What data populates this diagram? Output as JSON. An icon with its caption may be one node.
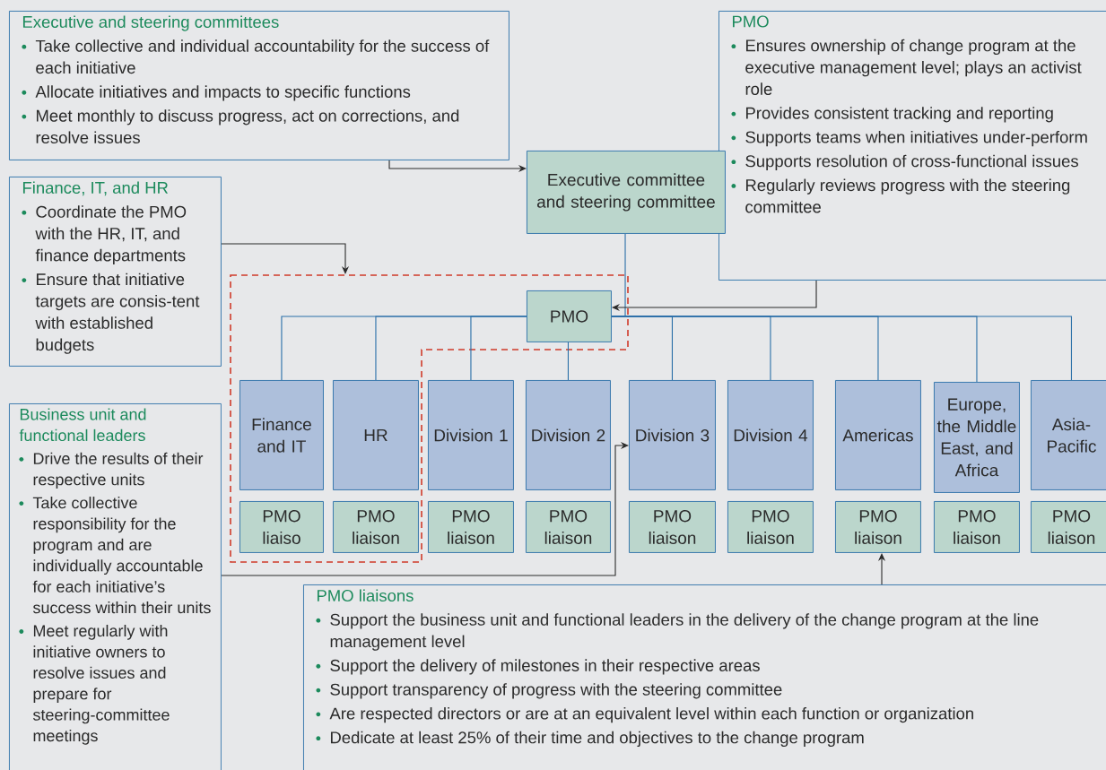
{
  "diagram": {
    "nodes": [
      {
        "text": [
          "Executive and steering committees",
          "Take collective and individual accountability for the success of each initiative",
          "Allocate initiatives and impacts to specific functions",
          "Meet monthly to discuss progress, act on corrections, and resolve issues"
        ]
      },
      {
        "text": [
          "PMO",
          "Ensures ownership of change program at the executive management level; plays an activist role",
          "Provides consistent tracking and reporting",
          "Supports teams when initiatives under-perform",
          "Supports resolution of cross-functional issues",
          "Regularly reviews progress with the steering committee"
        ]
      },
      {
        "text": [
          "Executive committee and steering committee"
        ]
      },
      {
        "text": [
          "Finance, IT, and HR",
          "Coordinate the PMO with the HR, IT, and finance departments",
          "Ensure that initiative targets are consis-tent with established budgets"
        ]
      },
      {
        "text": [
          "PMO"
        ]
      },
      {
        "text": [
          "Business unit and functional leaders",
          "Drive the results of their respective units",
          "Take collective responsibility for the program and are individually accountable for each initiative’s success within their units",
          "Meet regularly with initiative owners to resolve issues and prepare for steering-committee meetings"
        ]
      },
      {
        "text": [
          "Finance and IT"
        ]
      },
      {
        "text": [
          "HR"
        ]
      },
      {
        "text": [
          "Division 1"
        ]
      },
      {
        "text": [
          "Division 2"
        ]
      },
      {
        "text": [
          "Division 3"
        ]
      },
      {
        "text": [
          "Division 4"
        ]
      },
      {
        "text": [
          "Americas"
        ]
      },
      {
        "text": [
          "Europe, the Middle East, and Africa"
        ]
      },
      {
        "text": [
          "Asia-Pacific"
        ]
      },
      {
        "text": [
          "PMO liaiso"
        ]
      },
      {
        "text": [
          "PMO liaison"
        ]
      },
      {
        "text": [
          "PMO liaison"
        ]
      },
      {
        "text": [
          "PMO liaison"
        ]
      },
      {
        "text": [
          "PMO liaison"
        ]
      },
      {
        "text": [
          "PMO liaison"
        ]
      },
      {
        "text": [
          "PMO liaison"
        ]
      },
      {
        "text": [
          "PMO liaison"
        ]
      },
      {
        "text": [
          "PMO liaison"
        ]
      },
      {
        "text": [
          "PMO liaisons",
          "Support the business unit and functional leaders in the delivery of the change program at the line management level",
          "Support the delivery of milestones in their respective areas",
          "Support transparency of progress with the steering committee",
          "Are respected directors or are at an equivalent level within each function or organization",
          "Dedicate at least 25% of their time and objectives to the change program"
        ]
      }
    ],
    "edges": [
      {
        "from": 0,
        "to": 2,
        "arrow": "to",
        "color": "#2b2b2b"
      },
      {
        "from": 2,
        "to": 4,
        "arrow": "none"
      },
      {
        "from": 3,
        "to": null,
        "arrow": "to",
        "color": "#2b2b2b"
      },
      {
        "from": 1,
        "to": 4,
        "arrow": "to",
        "color": "#2b2b2b"
      },
      {
        "from": 4,
        "to": 6,
        "arrow": "none"
      },
      {
        "from": 4,
        "to": 7,
        "arrow": "none"
      },
      {
        "from": 4,
        "to": 8,
        "arrow": "none"
      },
      {
        "from": 4,
        "to": 9,
        "arrow": "none"
      },
      {
        "from": 4,
        "to": 10,
        "arrow": "none"
      },
      {
        "from": 4,
        "to": 11,
        "arrow": "none"
      },
      {
        "from": 4,
        "to": 12,
        "arrow": "none"
      },
      {
        "from": 4,
        "to": 13,
        "arrow": "none"
      },
      {
        "from": 4,
        "to": 14,
        "arrow": "none"
      },
      {
        "from": 5,
        "to": 10,
        "arrow": "to",
        "color": "#2b2b2b"
      },
      {
        "from": 24,
        "to": 21,
        "arrow": "to",
        "color": "#2b2b2b"
      }
    ]
  }
}
